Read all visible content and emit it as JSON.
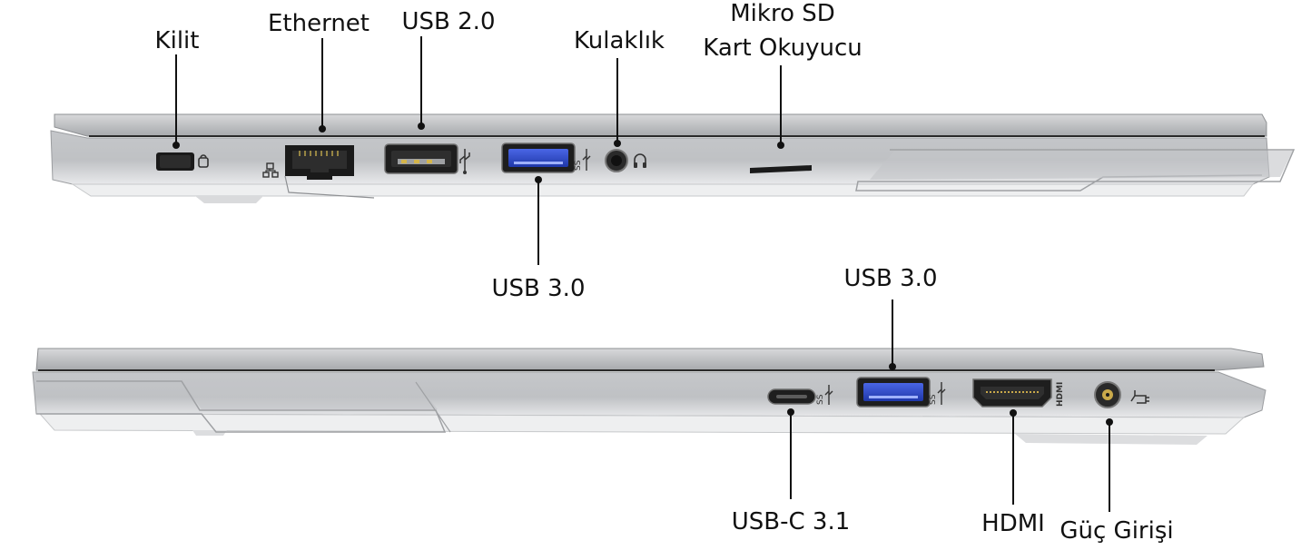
{
  "top_view": {
    "labels": {
      "lock": "Kilit",
      "ethernet": "Ethernet",
      "usb2": "USB 2.0",
      "headphone": "Kulaklık",
      "sd_line1": "Mikro SD",
      "sd_line2": "Kart Okuyucu",
      "usb3": "USB 3.0"
    }
  },
  "bottom_view": {
    "labels": {
      "usb3": "USB 3.0",
      "usbc": "USB-C 3.1",
      "hdmi": "HDMI",
      "power": "Güç Girişi"
    }
  },
  "colors": {
    "chassis_light": "#e9eaec",
    "chassis_mid": "#c9cbce",
    "chassis_dark": "#a9abae",
    "port_black": "#1a1a1a",
    "usb3_blue": "#2f4fd0",
    "leader_line": "#111111"
  }
}
